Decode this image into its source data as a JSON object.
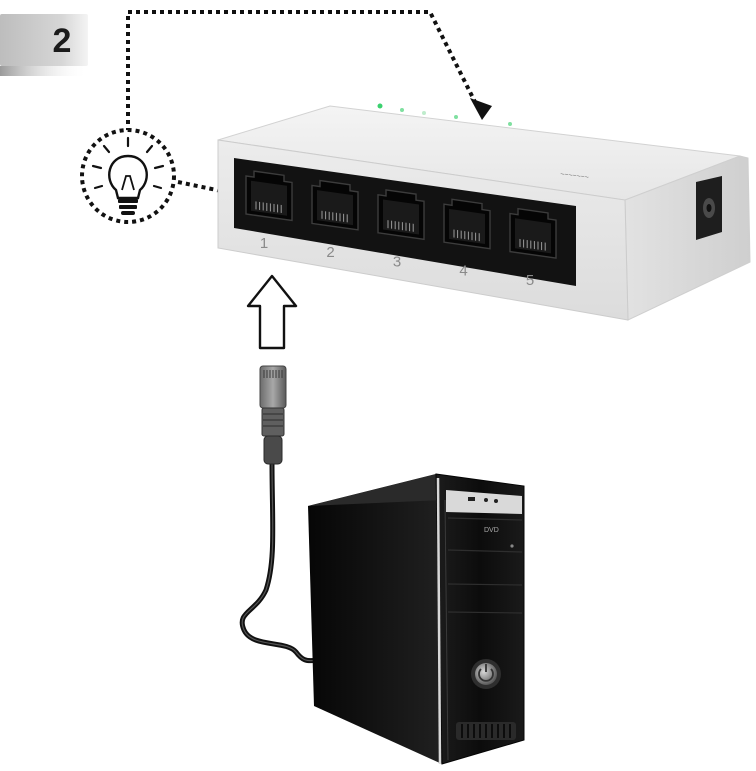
{
  "step": {
    "number": "2"
  },
  "switch": {
    "ports": [
      {
        "label": "1"
      },
      {
        "label": "2"
      },
      {
        "label": "3"
      },
      {
        "label": "4"
      },
      {
        "label": "5"
      }
    ]
  },
  "icons": {
    "step_badge": "step-badge",
    "bulb": "lightbulb-icon",
    "arrow": "arrow-up-icon",
    "led_indicator": "led-indicator-icon"
  },
  "colors": {
    "led": "#3bd16f",
    "switch_body": "#e9e9e9",
    "pc_body": "#111111"
  }
}
